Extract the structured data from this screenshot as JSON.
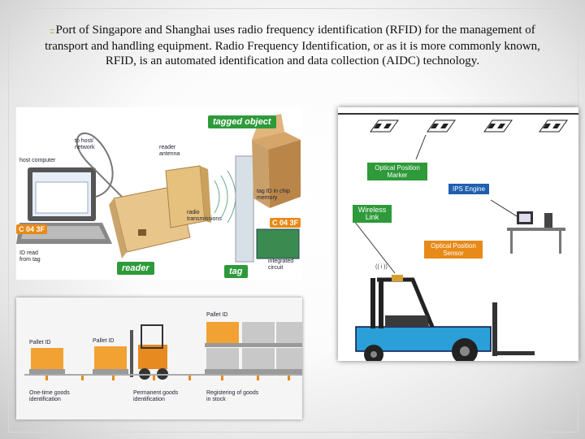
{
  "slide": {
    "bullet": ":::",
    "text": "Port of Singapore and Shanghai uses radio frequency identification (RFID) for the management of transport and handling equipment. Radio Frequency Identification, or as it is more commonly known, RFID, is an automated identification and data collection (AIDC) technology."
  },
  "rfid_diagram": {
    "tagged_object": "tagged object",
    "to_host": "to host/ network",
    "host_computer": "host computer",
    "reader_antenna": "reader antenna",
    "tag_id_memory": "tag ID in chip memory",
    "radio_transmissions": "radio transmissions",
    "chip_id_screen": "C 04 3F",
    "chip_id_card": "C 04 3F",
    "id_read": "ID read from tag",
    "integrated_circuit": "integrated circuit",
    "reader": "reader",
    "tag": "tag"
  },
  "pallet_diagram": {
    "pallet_id_1": "Pallet ID",
    "pallet_id_2": "Pallet ID",
    "pallet_id_3": "Pallet ID",
    "caption_1": "One-time goods identification",
    "caption_2": "Permanent goods identification",
    "caption_3": "Registering of goods in stock"
  },
  "forklift_diagram": {
    "optical_marker": "Optical Position Marker",
    "ips_engine": "IPS Engine",
    "wireless_link": "Wireless Link",
    "optical_sensor": "Optical Position Sensor"
  },
  "colors": {
    "accent_green": "#2e9a3a",
    "accent_orange": "#e88a18",
    "accent_blue": "#1f5fb0",
    "tag_orange": "#f2a233",
    "forklift_blue": "#2a9fd8"
  }
}
